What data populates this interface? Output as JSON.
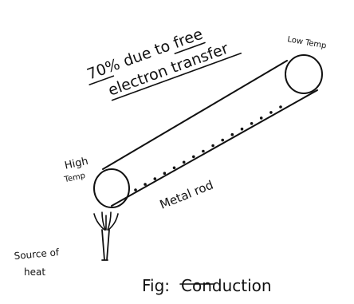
{
  "note": {
    "line1": "70% due to free",
    "line2": "electron transfer"
  },
  "labels": {
    "low_temp": "Low Temp",
    "high_line1": "High",
    "high_line2": "Temp",
    "rod": "Metal rod",
    "source_line1": "Source of",
    "source_line2": "heat"
  },
  "caption": {
    "prefix": "Fig:",
    "word": "Conduction"
  }
}
